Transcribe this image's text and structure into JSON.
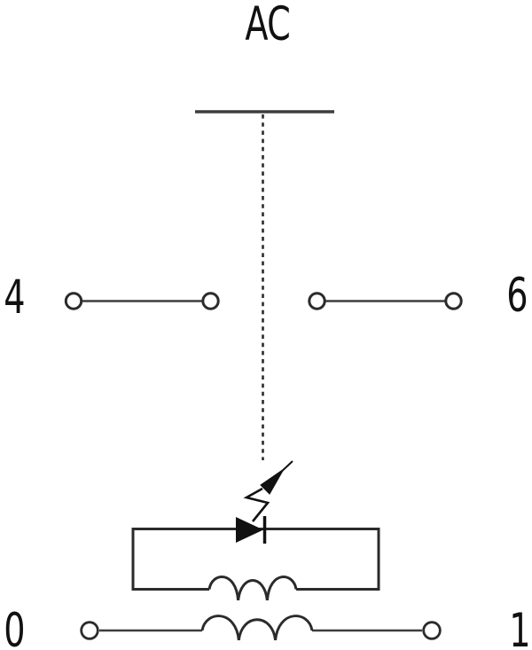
{
  "diagram": {
    "type": "relay-schematic",
    "title": "AC",
    "labels": {
      "left_contact": "4",
      "right_contact": "6",
      "coil_terminal_left": "0",
      "coil_terminal_right": "1"
    },
    "components": {
      "actuator": "AC actuator bar with dashed plunger link",
      "contacts": [
        "4",
        "6"
      ],
      "suppression_module": "diode with surge flash arrow in parallel with coil",
      "coil_terminals": [
        "0",
        "1"
      ]
    },
    "colors": {
      "line": "#2b2b2b",
      "wire": "#3d3d3d",
      "text": "#111111",
      "background": "#ffffff"
    }
  }
}
